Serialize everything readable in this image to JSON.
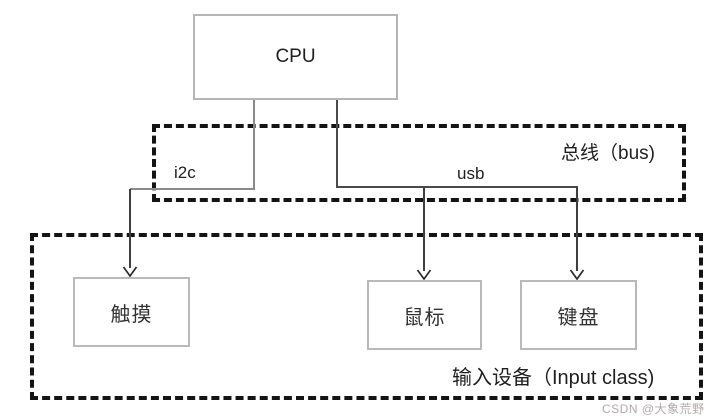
{
  "cpu": {
    "label": "CPU"
  },
  "bus": {
    "label": "总线（bus)",
    "i2c_label": "i2c",
    "usb_label": "usb"
  },
  "input": {
    "label": "输入设备（Input class)"
  },
  "devices": [
    {
      "label": "触摸"
    },
    {
      "label": "鼠标"
    },
    {
      "label": "键盘"
    }
  ],
  "watermark": {
    "text": "CSDN @大象荒野"
  },
  "colors": {
    "background": "#ffffff",
    "box_border": "#b5b5b5",
    "dashed_border": "#141414",
    "i2c_line": "#8a8a8a",
    "usb_line": "#4a4a4a",
    "text": "#1f1f1f",
    "watermark": "#b3a9a9"
  }
}
